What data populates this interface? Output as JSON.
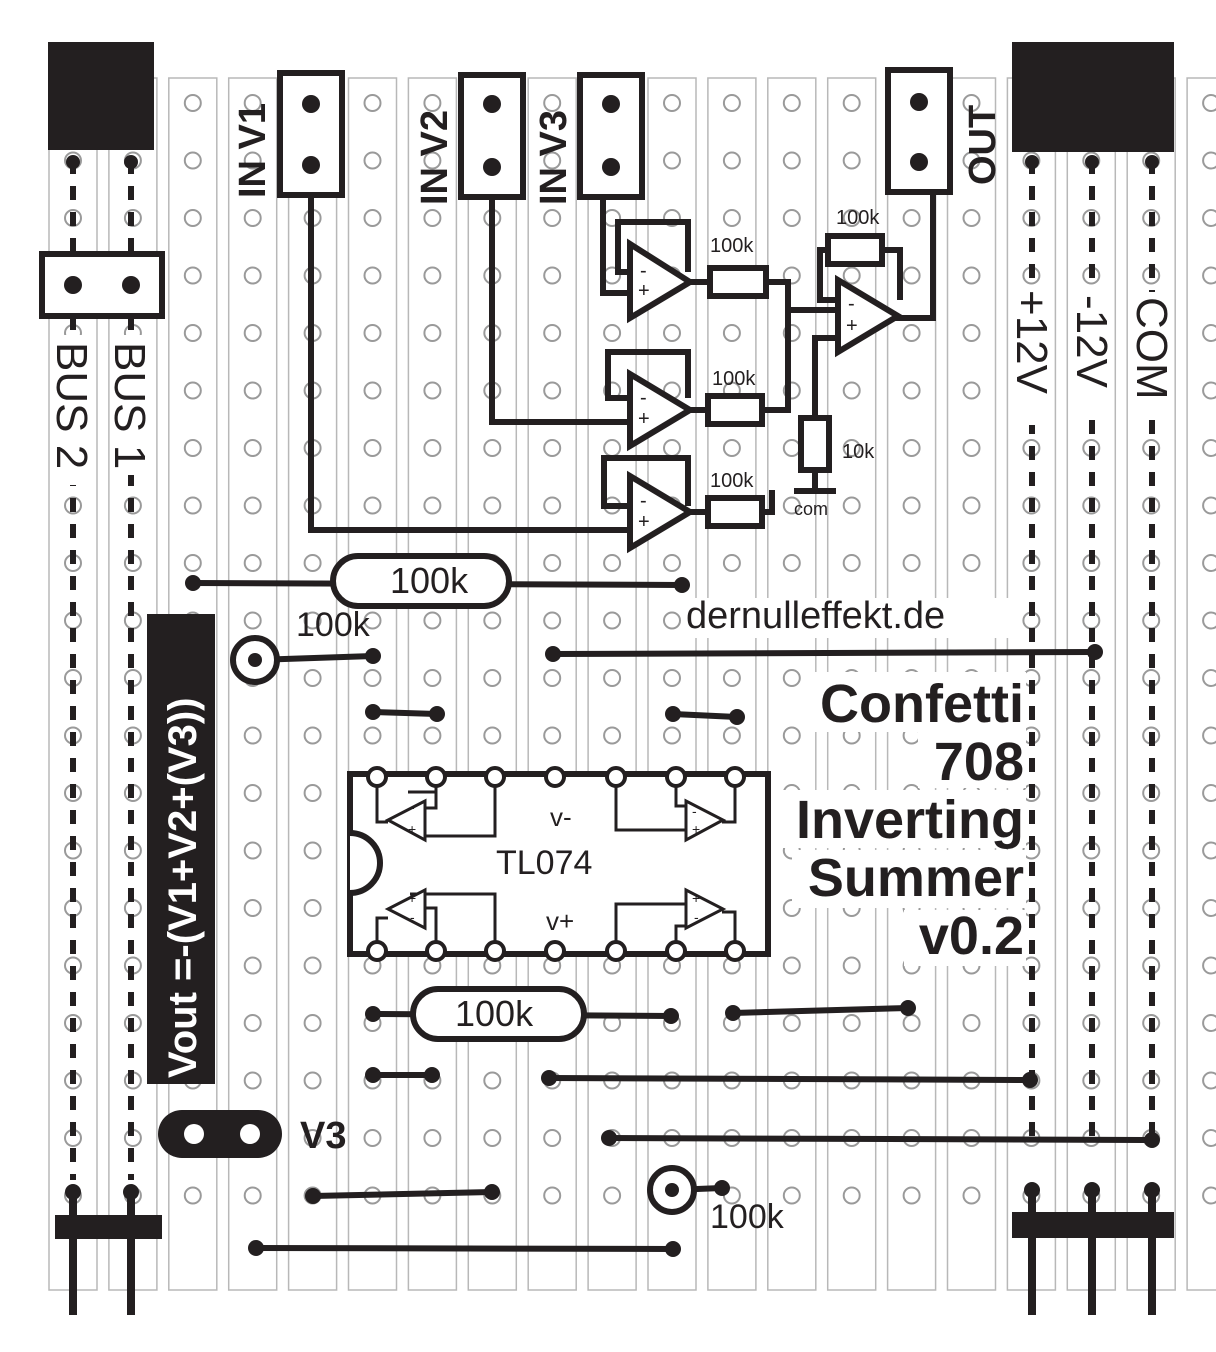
{
  "labels": {
    "in_v1": "IN V1",
    "in_v2": "IN V2",
    "in_v3": "IN V3",
    "out": "OUT",
    "bus1": "BUS 1",
    "bus2": "BUS 2",
    "pos12": "+12V",
    "neg12": "-12V",
    "com": "COM",
    "v3": "V3",
    "chip_name": "TL074",
    "v_minus": "v-",
    "v_plus": "v+",
    "formula": "Vout =-(V1+V2+(V3))",
    "website": "dernulleffekt.de",
    "small_com": "com",
    "op_minus": "-",
    "op_plus": "+"
  },
  "title": {
    "line1": "Confetti",
    "line2": "708",
    "line3": "Inverting",
    "line4": "Summer",
    "line5": "v0.2"
  },
  "resistors": {
    "r_top_board": "100k",
    "r_near_pot": "100k",
    "r_bottom_board": "100k",
    "r_bottom_pot": "100k",
    "r_schematic_1": "100k",
    "r_schematic_2": "100k",
    "r_schematic_3": "100k",
    "r_feedback": "100k",
    "r_ground": "10k"
  },
  "colors": {
    "ink": "#231f20",
    "hole": "#9a9a9a",
    "strip": "#b8b8b8",
    "background": "#ffffff"
  }
}
